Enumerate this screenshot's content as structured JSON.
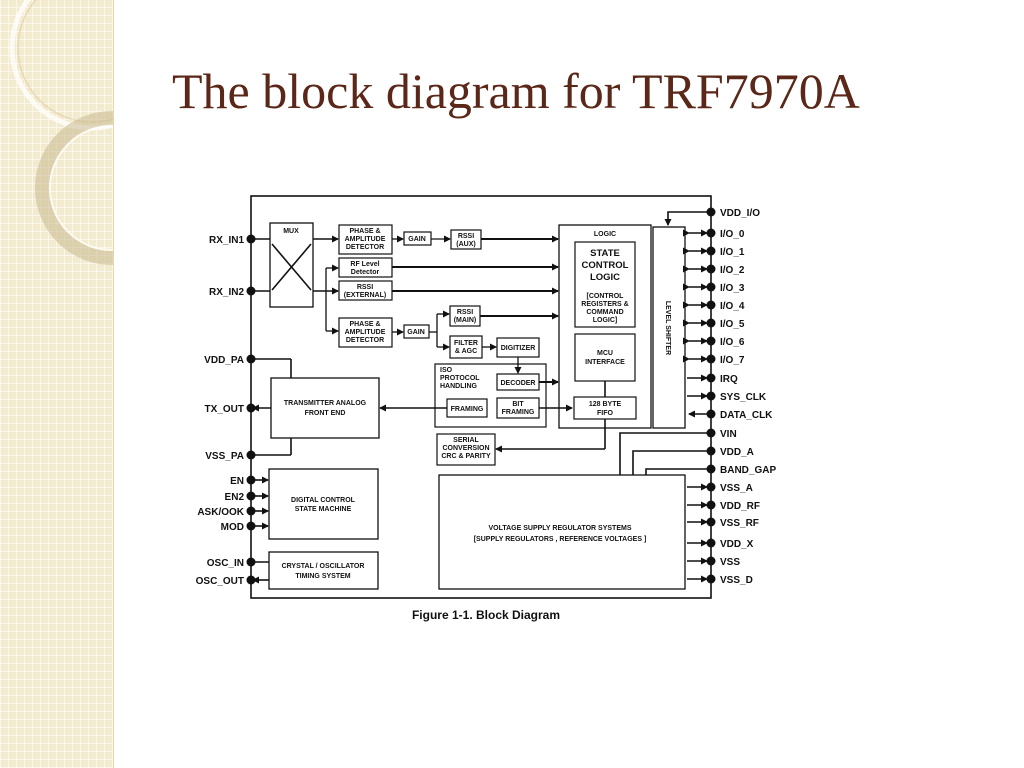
{
  "slide": {
    "title": "The block diagram for TRF7970A"
  },
  "figure": {
    "caption": "Figure 1-1. Block Diagram",
    "left_pins": [
      "RX_IN1",
      "RX_IN2",
      "VDD_PA",
      "TX_OUT",
      "VSS_PA",
      "EN",
      "EN2",
      "ASK/OOK",
      "MOD",
      "OSC_IN",
      "OSC_OUT"
    ],
    "right_pins": [
      "VDD_I/O",
      "I/O_0",
      "I/O_1",
      "I/O_2",
      "I/O_3",
      "I/O_4",
      "I/O_5",
      "I/O_6",
      "I/O_7",
      "IRQ",
      "SYS_CLK",
      "DATA_CLK",
      "VIN",
      "VDD_A",
      "BAND_GAP",
      "VSS_A",
      "VDD_RF",
      "VSS_RF",
      "VDD_X",
      "VSS",
      "VSS_D"
    ],
    "blocks": {
      "mux": "MUX",
      "phase1": [
        "PHASE &",
        "AMPLITUDE",
        "DETECTOR"
      ],
      "gain1": "GAIN",
      "rssi_aux": [
        "RSSI",
        "(AUX)"
      ],
      "rf_level": [
        "RF Level",
        "Detector"
      ],
      "rssi_ext": [
        "RSSI",
        "(EXTERNAL)"
      ],
      "phase2": [
        "PHASE &",
        "AMPLITUDE",
        "DETECTOR"
      ],
      "gain2": "GAIN",
      "rssi_main": [
        "RSSI",
        "(MAIN)"
      ],
      "filter": [
        "FILTER",
        "& AGC"
      ],
      "digitizer": "DIGITIZER",
      "iso": [
        "ISO",
        "PROTOCOL",
        "HANDLING"
      ],
      "decoder": "DECODER",
      "framing": "FRAMING",
      "bit_framing": [
        "BIT",
        "FRAMING"
      ],
      "serial": [
        "SERIAL",
        "CONVERSION",
        "CRC & PARITY"
      ],
      "logic": "LOGIC",
      "state_control": [
        "STATE",
        "CONTROL",
        "LOGIC"
      ],
      "control_regs": [
        "[CONTROL",
        "REGISTERS &",
        "COMMAND",
        "LOGIC]"
      ],
      "mcu": [
        "MCU",
        "INTERFACE"
      ],
      "fifo": [
        "128 BYTE",
        "FIFO"
      ],
      "level_shifter": "LEVEL SHIFTER",
      "transmitter": [
        "TRANSMITTER ANALOG",
        "FRONT END"
      ],
      "digital_control": [
        "DIGITAL CONTROL",
        "STATE MACHINE"
      ],
      "crystal": [
        "CRYSTAL / OSCILLATOR",
        "TIMING SYSTEM"
      ],
      "regulator": [
        "VOLTAGE SUPPLY REGULATOR SYSTEMS",
        "[SUPPLY REGULATORS , REFERENCE VOLTAGES ]"
      ]
    }
  }
}
